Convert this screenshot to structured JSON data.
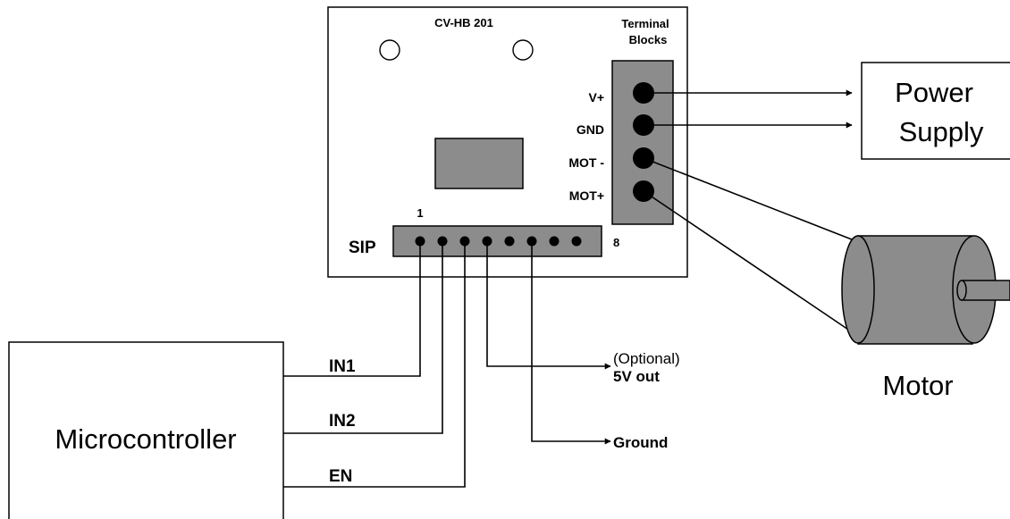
{
  "board": {
    "model": "CV-HB 201",
    "terminal_title_line1": "Terminal",
    "terminal_title_line2": "Blocks",
    "terminal_labels": [
      "V+",
      "GND",
      "MOT -",
      "MOT+"
    ],
    "sip_label": "SIP",
    "sip_pin_first": "1",
    "sip_pin_last": "8"
  },
  "power_supply": {
    "line1": "Power",
    "line2": "Supply"
  },
  "motor": {
    "label": "Motor"
  },
  "microcontroller": {
    "label": "Microcontroller"
  },
  "signals": {
    "in1": "IN1",
    "in2": "IN2",
    "en": "EN",
    "optional_note": "(Optional)",
    "five_v": "5V out",
    "ground": "Ground"
  },
  "colors": {
    "component_gray": "#8c8c8c",
    "line": "#000000",
    "background": "#ffffff"
  }
}
